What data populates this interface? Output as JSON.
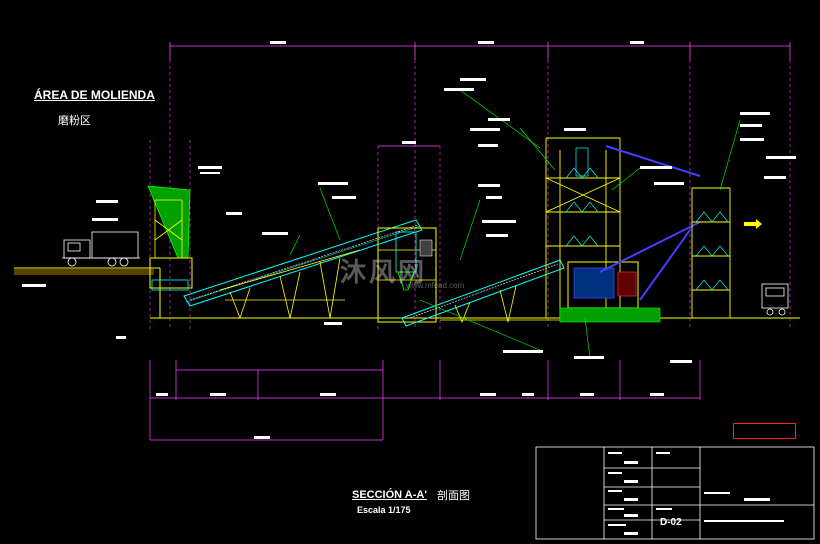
{
  "drawing": {
    "area_title": "ÁREA DE MOLIENDA",
    "area_title_cn": "磨粉区",
    "section_title": "SECCIÓN A-A'",
    "section_title_cn": "剖面图",
    "scale": "Escala 1/175",
    "sheet_number": "D-02"
  },
  "colors": {
    "background": "#000000",
    "structure": "#ffff00",
    "conveyor": "#00ffff",
    "steel": "#00c000",
    "leader": "#00ff00",
    "pipe": "#4040ff",
    "dimension": "#ff40ff",
    "annotation": "#ffffff",
    "highlight": "#ff2020"
  },
  "watermark": {
    "text": "沐风网",
    "url": "www.mfcad.com"
  }
}
